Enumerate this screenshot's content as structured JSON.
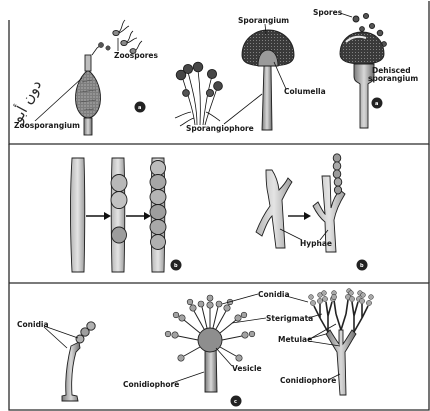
{
  "watermark": "دون أبو",
  "panel_a": {
    "labels": {
      "zoosporangium": "Zoosporangium",
      "zoospores": "Zoospores",
      "sporangium": "Sporangium",
      "columella": "Columella",
      "sporangiophore": "Sporangiophore",
      "spores": "Spores",
      "dehisced_sporangium": "Dehisced\nsporangium"
    }
  },
  "panel_b": {
    "labels": {
      "hyphae": "Hyphae"
    }
  },
  "panel_c": {
    "labels": {
      "conidia_left": "Conidia",
      "conidiophore_left": "Conidiophore",
      "conidia_top": "Conidia",
      "sterigmata": "Sterigmata",
      "metulae": "Metulae",
      "vesicle": "Vesicle",
      "conidiophore_right": "Conidiophore"
    }
  },
  "colors": {
    "ink": "#1f1f1f",
    "dark_fill": "#3a3a3a",
    "mid_fill": "#8a8a8a",
    "light_fill": "#c9c9c9",
    "paper": "#ffffff"
  },
  "icons": [
    "circle-badge-icon",
    "arrow-right-icon"
  ]
}
